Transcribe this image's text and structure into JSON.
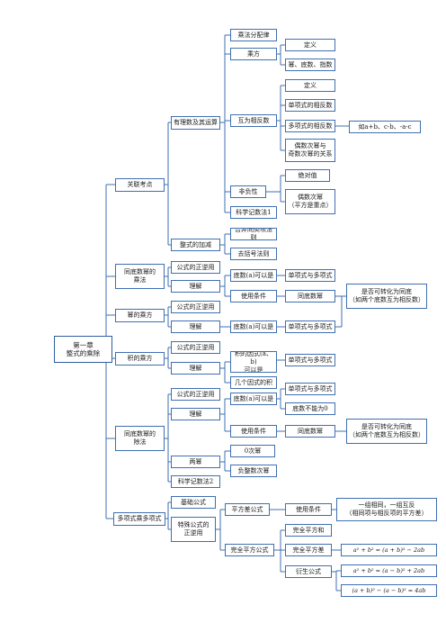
{
  "diagram": {
    "nodes": {
      "root": "第一章\n整式的乘除",
      "l1_assoc": "关联考点",
      "l1_same_base_mult": "同底数幂的\n乘法",
      "l1_power": "幂的乘方",
      "l1_product_power": "积的乘方",
      "l1_same_base_div": "同底数幂的\n除法",
      "l1_poly_mult": "多项式乘多项式",
      "n_rational": "有理数及其运算",
      "n_distrib": "乘法分配律",
      "n_power_op": "乘方",
      "n_def1": "定义",
      "n_base_exp": "幂、底数、指数",
      "n_opposite": "互为相反数",
      "n_def2": "定义",
      "n_mono_opp": "单项式的相反数",
      "n_poly_opp": "多项式的相反数",
      "n_example": "如a+b、c-b、-a-c",
      "n_even_odd": "偶数次幂与\n奇数次幂的关系",
      "n_nonneg": "非负性",
      "n_abs": "绝对值",
      "n_even_pow": "偶数次幂\n（平方是重点）",
      "n_sci1": "科学记数法1",
      "n_int_addsub": "整式的加减",
      "n_combine": "合并同类项法则",
      "n_bracket": "去括号法则",
      "n_formula_rev1": "公式的正逆用",
      "n_understand1": "理解",
      "n_base_a1": "底数(a)可以是",
      "n_mono_poly1": "单项式与多项式",
      "n_conditions1": "使用条件",
      "n_same_base1": "同底数幂",
      "n_convert1": "是否可转化为同底\n（如两个底数互为相反数）",
      "n_formula_rev2": "公式的正逆用",
      "n_understand2": "理解",
      "n_base_a2": "底数(a)可以是",
      "n_mono_poly2": "单项式与多项式",
      "n_formula_rev3": "公式的正逆用",
      "n_understand3": "理解",
      "n_factors": "积的因式(a、b)\n可以是",
      "n_mono_poly3": "单项式与多项式",
      "n_several": "几个因式的积",
      "n_formula_rev4": "公式的正逆用",
      "n_understand4": "理解",
      "n_base_a4": "底数(a)可以是",
      "n_mono_poly4": "单项式与多项式",
      "n_base_nonzero": "底数不能为0",
      "n_conditions4": "使用条件",
      "n_same_base4": "同底数幂",
      "n_convert4": "是否可转化为同底\n（如两个底数互为相反数）",
      "n_two_pow": "两幂",
      "n_zero_pow": "0次幂",
      "n_neg_pow": "负整数次幂",
      "n_sci2": "科学记数法2",
      "n_basic_formula": "基础公式",
      "n_special_formula": "特殊公式的\n正逆用",
      "n_square_diff": "平方差公式",
      "n_conditions5": "使用条件",
      "n_cond_text": "一组相同，一组互反\n（相同项与相反项的平方差）",
      "n_perfect_sq": "完全平方公式",
      "n_sq_sum": "完全平方和",
      "n_sq_diff": "完全平方差",
      "n_derived": "衍生公式",
      "n_f1": "a² + b² = (a + b)² − 2ab",
      "n_f2": "a² + b² = (a − b)² + 2ab",
      "n_f3": "(a + b)² − (a − b)² = 4ab"
    }
  }
}
